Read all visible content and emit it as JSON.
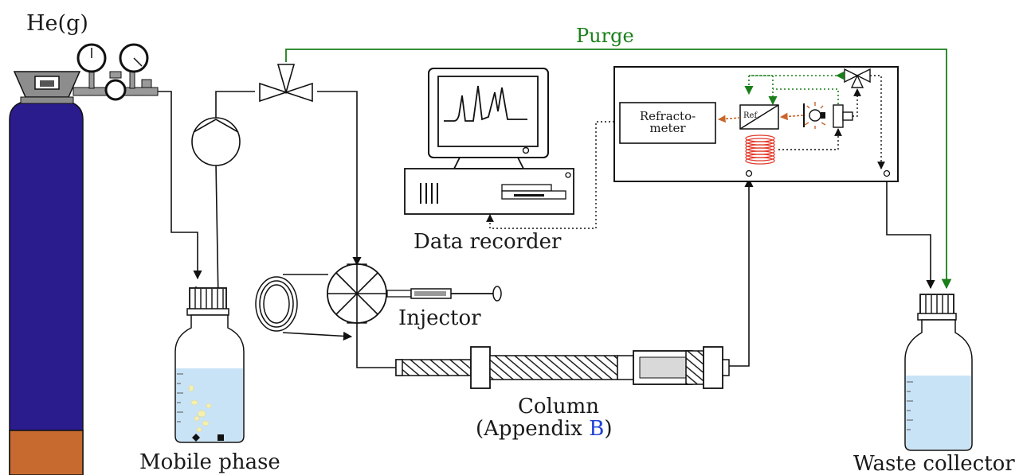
{
  "labels": {
    "gas": "He(g)",
    "purge": "Purge",
    "mobile_phase": "Mobile phase",
    "data_recorder": "Data recorder",
    "injector": "Injector",
    "column": "Column",
    "appendix_prefix": "(Appendix ",
    "appendix_ref": "B",
    "appendix_suffix": ")",
    "waste_collector": "Waste collector",
    "refractometer_line1": "Refracto-",
    "refractometer_line2": "meter",
    "ref_cell": "Ref."
  },
  "colors": {
    "purge_line": "#1a7f1a",
    "link": "#1f3fd8",
    "cylinder_body": "#2a1c8c",
    "cylinder_base": "#c66a30",
    "liquid": "#c9e3f6",
    "heater_coil": "#e23a2a",
    "light_beam": "#c8652b"
  }
}
